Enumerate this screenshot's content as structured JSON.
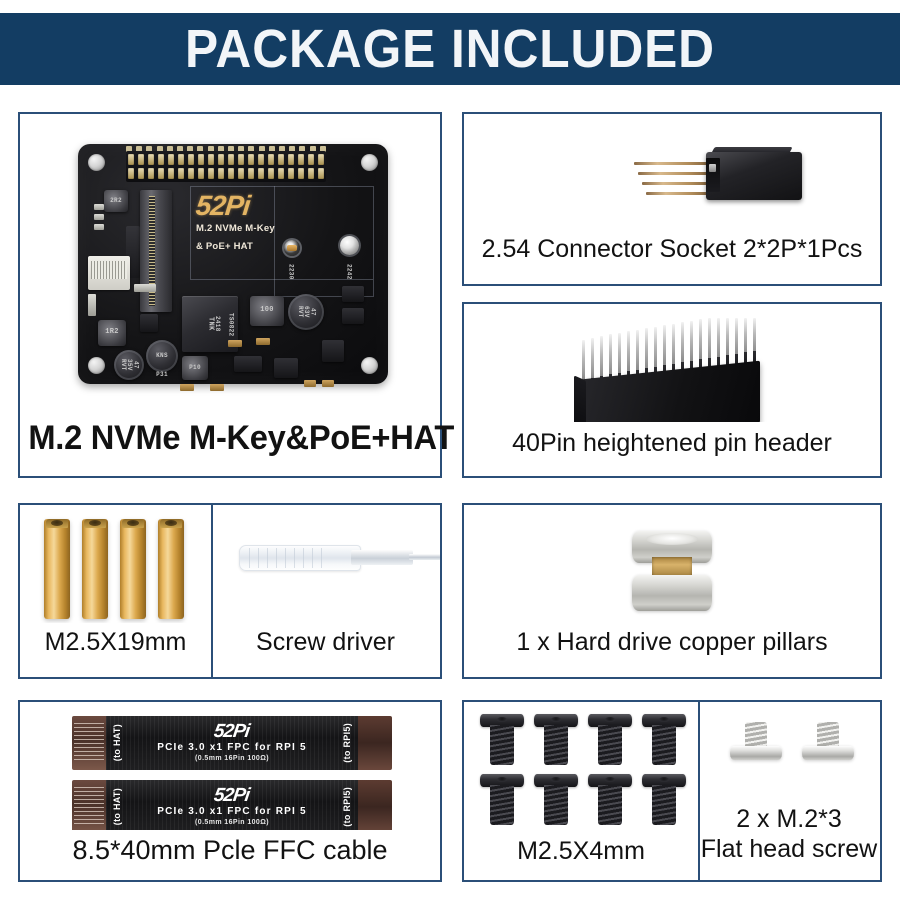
{
  "header": {
    "title": "PACKAGE INCLUDED",
    "background_color": "#133D63",
    "text_color": "#F2F5F8"
  },
  "theme": {
    "panel_border_color": "#2B4F78",
    "page_background": "#FFFFFF",
    "caption_color": "#121212",
    "board_silk_gold": "#E3B463",
    "standoff_gold": "#E9B860"
  },
  "panels": {
    "board": {
      "caption": "M.2 NVMe M-Key&PoE+HAT",
      "art_name": "pcb-board-photo",
      "silkscreen": {
        "logo": "52Pi",
        "line1": "M.2 NVMe M-Key",
        "line2": "& PoE+ HAT"
      },
      "components": {
        "transformer": "TNK",
        "transformer_date": "2418",
        "transformer_code": "TS0822",
        "inductor_100": "100",
        "inductor_1r2": "1R2",
        "inductor_2r2": "2R2",
        "inductor_p10": "P10",
        "cap_47_63v": "47\n63V\nRVT",
        "cap_47_35v": "47\n35V\nRVT",
        "cap_kns": "KNS",
        "pad_2230": "2230",
        "pad_2242": "2242",
        "label_p31": "P31"
      }
    },
    "connector": {
      "caption": "2.54 Connector Socket 2*2P*1Pcs",
      "art_name": "connector-socket-photo",
      "pin_count": 4
    },
    "pin_header": {
      "caption": "40Pin heightened pin header",
      "art_name": "pin-header-photo",
      "pin_count": 20
    },
    "standoffs": {
      "caption": "M2.5X19mm",
      "art_name": "standoff-photo",
      "count": 4
    },
    "screwdriver": {
      "caption": "Screw driver",
      "art_name": "screwdriver-photo"
    },
    "pillars": {
      "caption": "1 x Hard drive copper pillars",
      "art_name": "copper-pillar-photo"
    },
    "ffc": {
      "caption": "8.5*40mm Pcle FFC cable",
      "art_name": "ffc-cable-photo",
      "count": 2,
      "cable": {
        "end_left": "(to HAT)",
        "logo": "52Pi",
        "line1": "PCIe 3.0 x1 FPC for RPI 5",
        "line2": "(0.5mm 16Pin 100Ω)",
        "end_right": "(to RPI5)"
      }
    },
    "screws_black": {
      "caption": "M2.5X4mm",
      "art_name": "black-screws-photo",
      "count": 8
    },
    "screws_silver": {
      "caption_line1": "2 x M.2*3",
      "caption_line2": "Flat head screw",
      "art_name": "silver-screws-photo",
      "count": 2
    }
  }
}
